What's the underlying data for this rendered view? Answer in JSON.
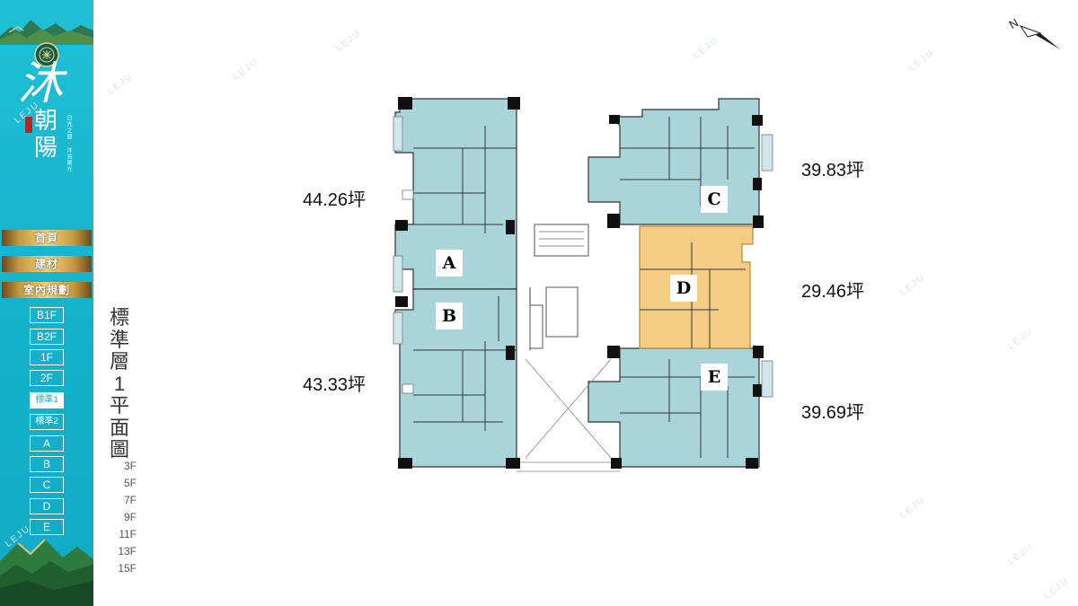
{
  "brand": {
    "logo_script": "沐",
    "logo_name": "朝陽",
    "logo_tagline": "日光之間 · 沐浴陽光"
  },
  "menu": {
    "items": [
      "首頁",
      "建材",
      "室內規劃"
    ]
  },
  "floor_nav": {
    "items": [
      "B1F",
      "B2F",
      "1F",
      "2F",
      "標準1",
      "標準2",
      "A",
      "B",
      "C",
      "D",
      "E"
    ],
    "active": "標準1"
  },
  "floor": {
    "title_chars": [
      "標",
      "準",
      "層",
      "1",
      "平",
      "面",
      "圖"
    ],
    "floors": [
      "3F",
      "5F",
      "7F",
      "9F",
      "11F",
      "13F",
      "15F"
    ]
  },
  "units": {
    "A": {
      "label": "A",
      "area": "44.26坪"
    },
    "B": {
      "label": "B",
      "area": "43.33坪"
    },
    "C": {
      "label": "C",
      "area": "39.83坪"
    },
    "D": {
      "label": "D",
      "area": "29.46坪"
    },
    "E": {
      "label": "E",
      "area": "39.69坪"
    }
  },
  "compass": {
    "label": "N"
  },
  "watermark": "LEJU",
  "colors": {
    "sidebar": "#15b2cb",
    "unit_fill": "#a9d4da",
    "highlight_fill": "#f5cc84",
    "gold": "#c59a3f"
  }
}
